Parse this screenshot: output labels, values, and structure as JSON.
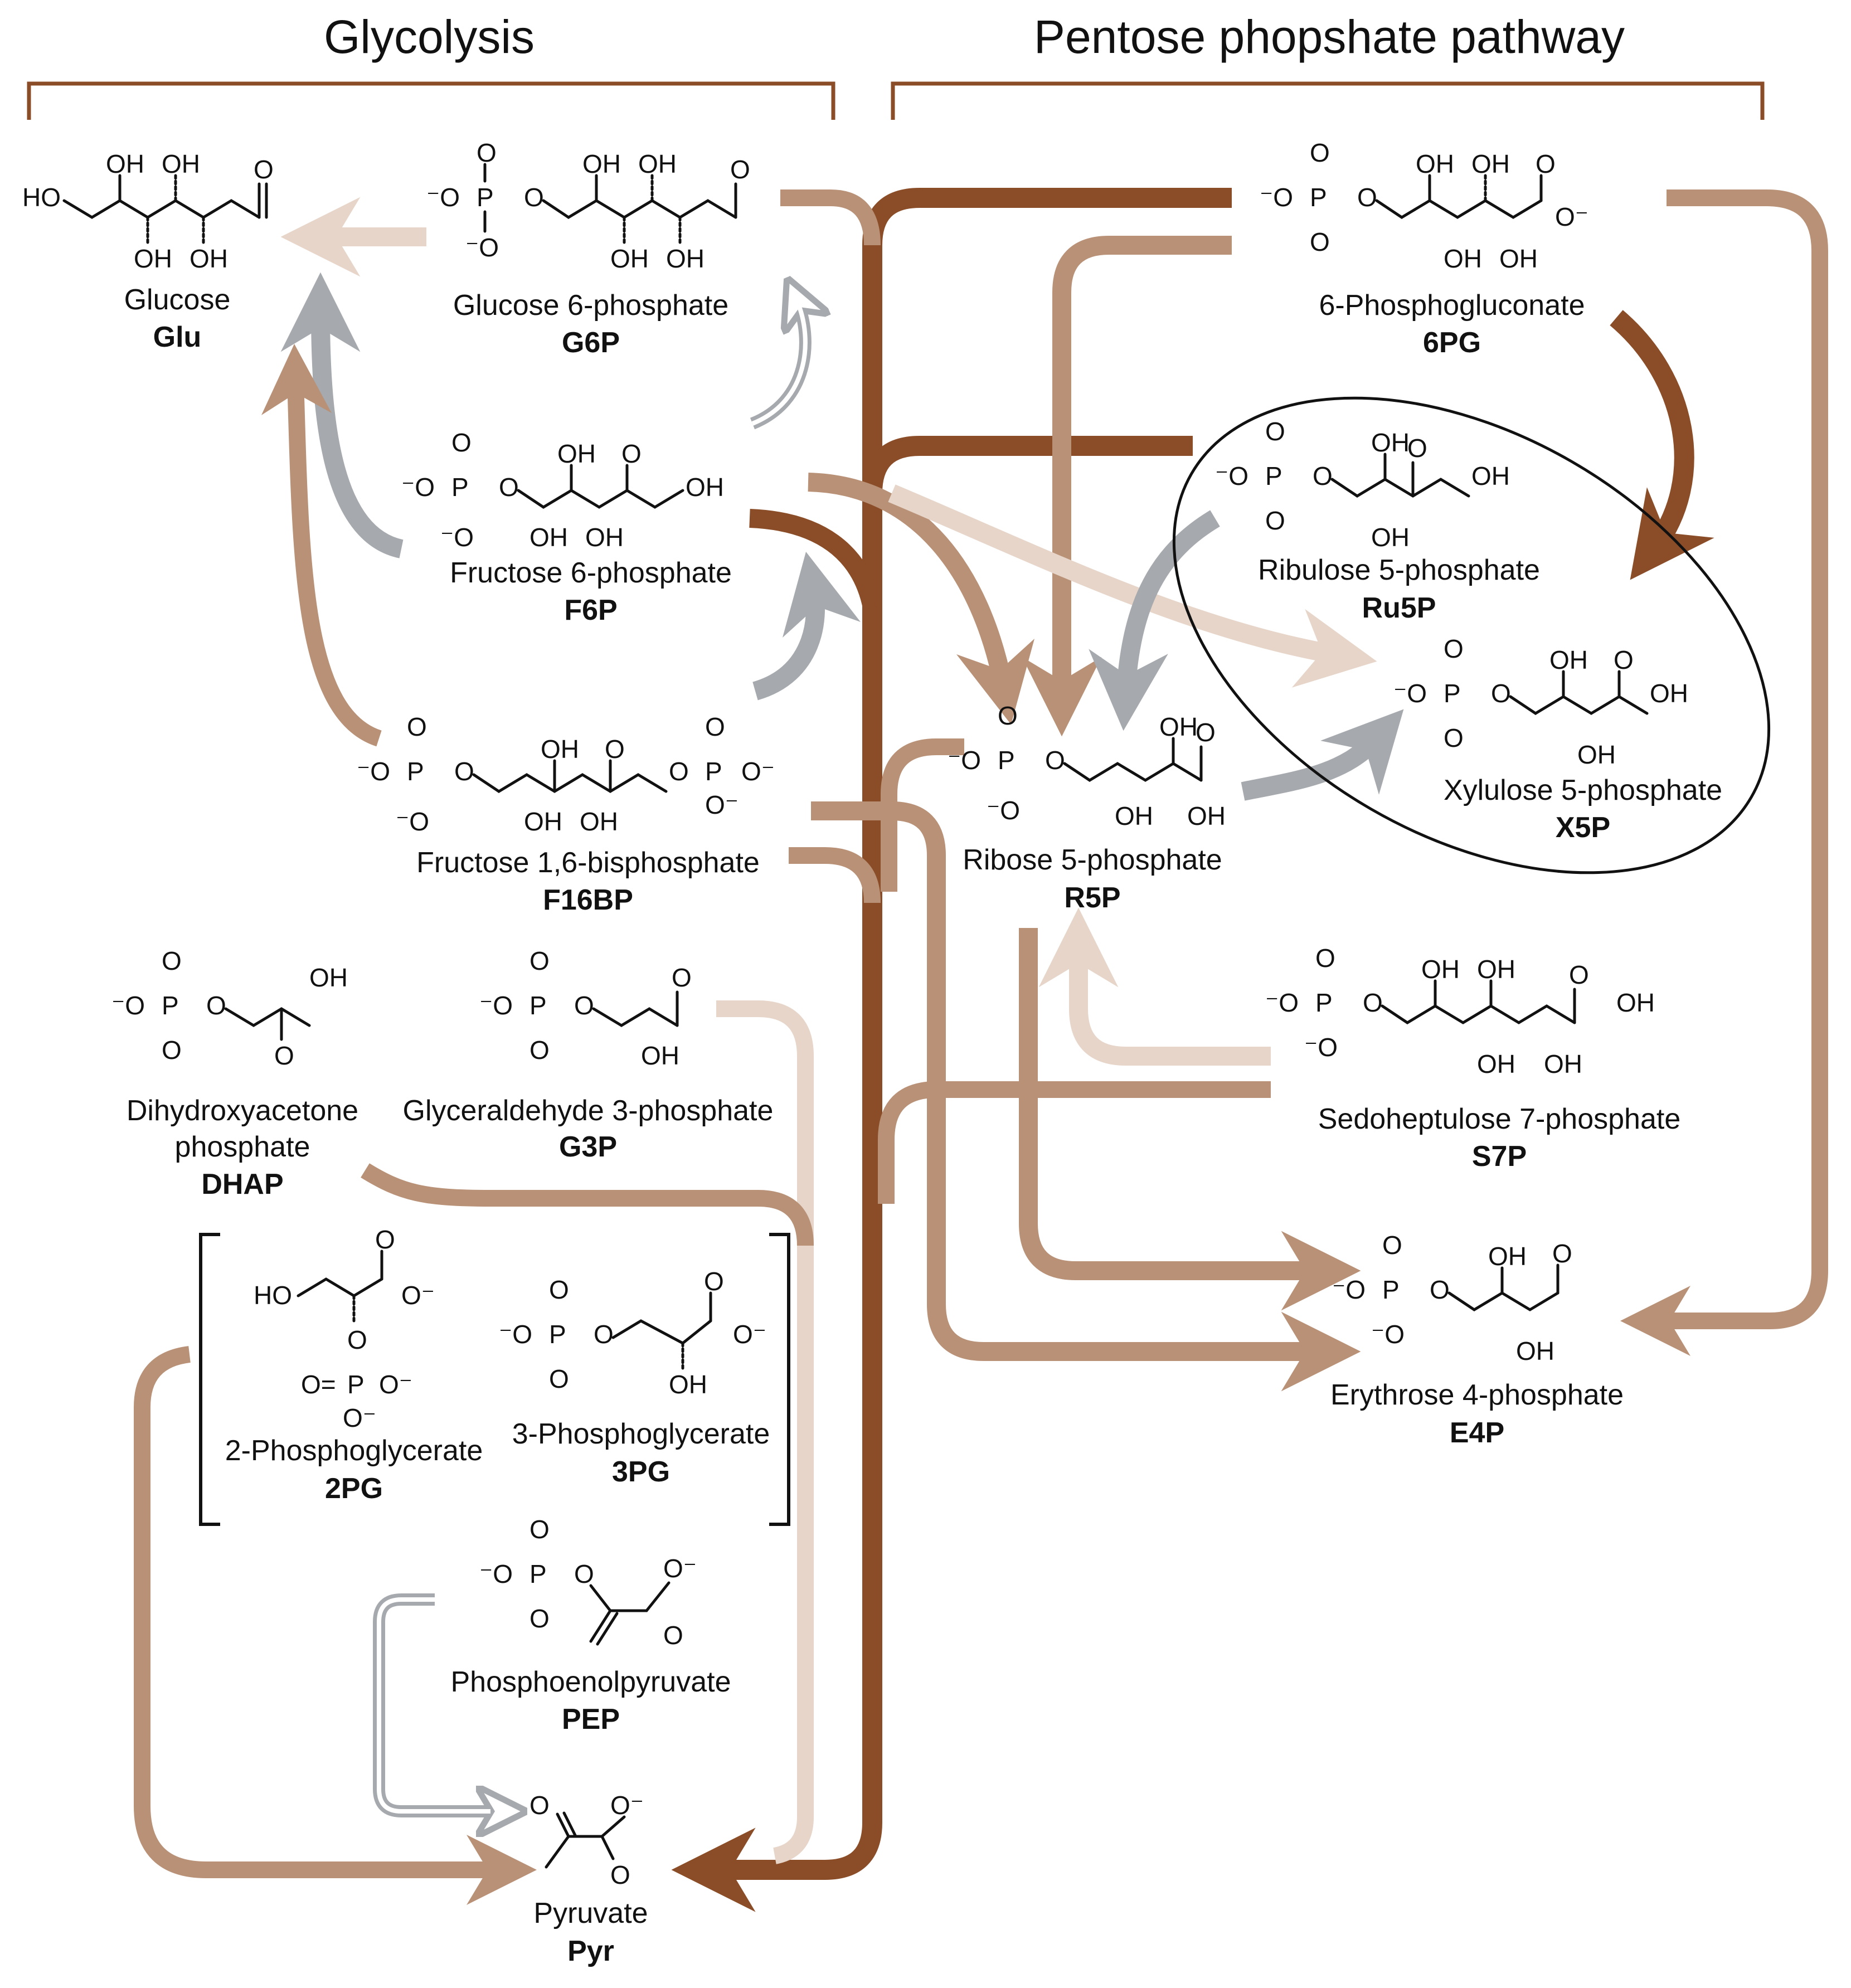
{
  "colors": {
    "dark": "#8a4d27",
    "medium": "#b89177",
    "light": "#e6d5c8",
    "gray": "#a6a9ad",
    "ink": "#111111",
    "bracket": "#8a4d27"
  },
  "headers": {
    "glycolysis": "Glycolysis",
    "ppp": "Pentose phopshate pathway"
  },
  "metabolites": {
    "glu": {
      "name": "Glucose",
      "abbr": "Glu"
    },
    "g6p": {
      "name": "Glucose 6-phosphate",
      "abbr": "G6P"
    },
    "f6p": {
      "name": "Fructose 6-phosphate",
      "abbr": "F6P"
    },
    "f16bp": {
      "name": "Fructose 1,6-bisphosphate",
      "abbr": "F16BP"
    },
    "dhap": {
      "name_line1": "Dihydroxyacetone",
      "name_line2": "phosphate",
      "abbr": "DHAP"
    },
    "g3p": {
      "name": "Glyceraldehyde 3-phosphate",
      "abbr": "G3P"
    },
    "pg2": {
      "name": "2-Phosphoglycerate",
      "abbr": "2PG"
    },
    "pg3": {
      "name": "3-Phosphoglycerate",
      "abbr": "3PG"
    },
    "pep": {
      "name": "Phosphoenolpyruvate",
      "abbr": "PEP"
    },
    "pyr": {
      "name": "Pyruvate",
      "abbr": "Pyr"
    },
    "pg6": {
      "name": "6-Phosphogluconate",
      "abbr": "6PG"
    },
    "ru5p": {
      "name": "Ribulose 5-phosphate",
      "abbr": "Ru5P"
    },
    "x5p": {
      "name": "Xylulose 5-phosphate",
      "abbr": "X5P"
    },
    "r5p": {
      "name": "Ribose 5-phosphate",
      "abbr": "R5P"
    },
    "s7p": {
      "name": "Sedoheptulose 7-phosphate",
      "abbr": "S7P"
    },
    "e4p": {
      "name": "Erythrose 4-phosphate",
      "abbr": "E4P"
    }
  },
  "atoms": {
    "oh": "OH",
    "ho": "HO",
    "o": "O",
    "o_minus": "O⁻",
    "minus_o": "⁻O",
    "p": "P",
    "eq_o": "O="
  }
}
